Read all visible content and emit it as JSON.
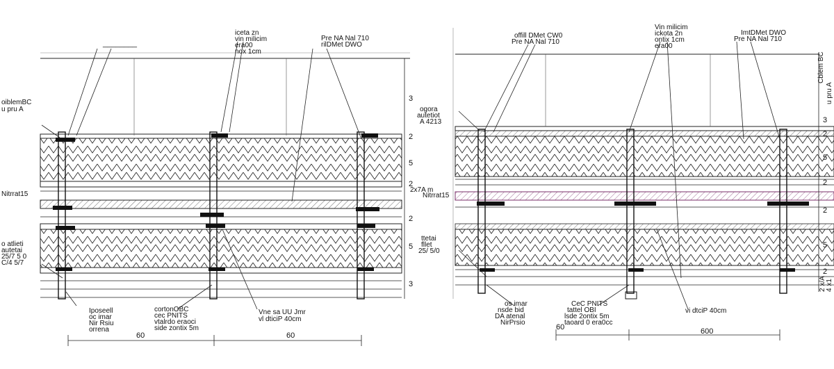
{
  "left_section": {
    "top_callouts": {
      "c1": "________",
      "c2": [
        "iceta zn",
        "vin milicim",
        "era00",
        "nox 1cm"
      ],
      "c3": [
        "Pre NA Nal 710",
        "rilDMet DWO"
      ]
    },
    "left_callouts": {
      "c1": [
        "oiblemBC",
        "u pru A"
      ],
      "c2": "Nitrrat15",
      "c3": [
        "o atlieti",
        "autetai",
        "25/7 5 0",
        "C/4 5/7"
      ]
    },
    "bottom_callouts": {
      "c1": [
        "Iposeell",
        "oc imar",
        "Nir Rsiu",
        "orrena"
      ],
      "c2": [
        "cortonOBC",
        "cec PNITS",
        "vtalrdo eraoci",
        "side zontix 5m"
      ],
      "c3": [
        "Vne sa UU Jmr",
        "vl dticiP 40cm"
      ]
    },
    "right_side": {
      "dims": [
        "3",
        "2",
        "5",
        "2",
        "2",
        "5",
        "3"
      ],
      "note": "2x7A m"
    },
    "bottom_dims": [
      "60",
      "60"
    ]
  },
  "right_section": {
    "top_callouts": {
      "c1": [
        "offill DMet CW0",
        "Pre NA Nal 710"
      ],
      "c2": [
        "Vin milicim",
        "ickota 2n",
        "ontix 1cm",
        "era00"
      ],
      "c3": [
        "ImtDMet DWO",
        "Pre NA Nal 710"
      ]
    },
    "left_callouts": {
      "c1": [
        "ogora",
        "autetiot",
        "A 4213"
      ],
      "c2": "Nitrrat15",
      "c3": [
        "ttetai",
        "fllet",
        "25/ 5/0"
      ]
    },
    "bottom_callouts": {
      "c1": [
        "os imar",
        "nsde bid",
        "DA atenal",
        "NirPrsio"
      ],
      "c2": [
        "CeC PNITS",
        "tattel OBI",
        "lsde 2ontix 5m",
        "taoard 0 era0cc"
      ],
      "c3": [
        "vi dtciP 40cm"
      ]
    },
    "right_side": {
      "labels": [
        "Cblem BC",
        "u pru A",
        "2 x/A",
        "4 x1"
      ],
      "dims": [
        "3",
        "2",
        "5",
        "2",
        "2",
        "5",
        "2"
      ]
    },
    "bottom_dims": [
      "60",
      "600"
    ]
  }
}
